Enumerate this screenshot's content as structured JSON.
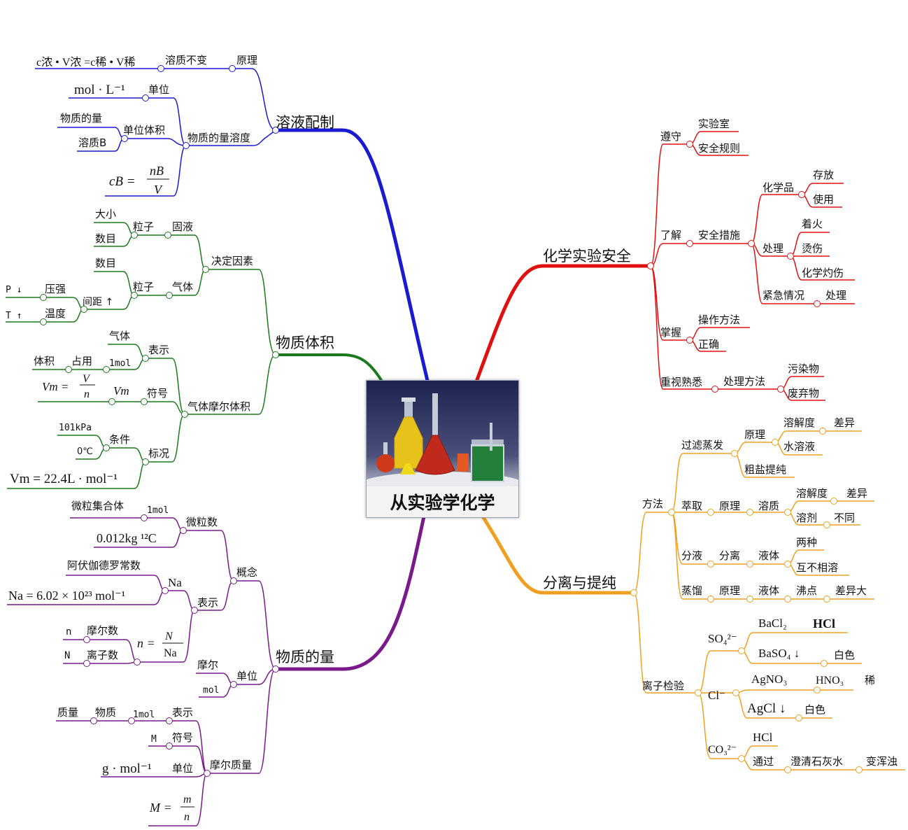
{
  "center": {
    "title": "从实验学化学"
  },
  "colors": {
    "blue": "#1a1ad0",
    "green": "#1b7a1b",
    "purple": "#7a1a8a",
    "red": "#e01010",
    "orange": "#f0a020"
  },
  "blue": {
    "title": "溶液配制",
    "yuanli": "原理",
    "rongzhi_bubian": "溶质不变",
    "dilution": "c浓 • V浓 =c稀 • V稀",
    "wuzhi_nongdu": "物质的量溶度",
    "danwei": "单位",
    "unit_formula": "mol · L⁻¹",
    "danwei_tiji": "单位体积",
    "wuzhi_de_liang": "物质的量",
    "rongzhi_b": "溶质B",
    "cb_lhs": "cB =",
    "cb_num": "nB",
    "cb_den": "V"
  },
  "green": {
    "title": "物质体积",
    "jueding": "决定因素",
    "guye": "固液",
    "lizi1": "粒子",
    "daxiao": "大小",
    "shumu1": "数目",
    "qiti1": "气体",
    "lizi2": "粒子",
    "shumu2": "数目",
    "jianju": "间距 ↑",
    "yaqiang": "压强",
    "p_down": "P  ↓",
    "wendu": "温度",
    "t_up": "T  ↑",
    "molar_vol": "气体摩尔体积",
    "biaoshi": "表示",
    "qiti2": "气体",
    "onemol": "1mol",
    "zhanyong": "占用",
    "tiji": "体积",
    "fuhao": "符号",
    "vm_lhs": "Vm =",
    "vm_num": "V",
    "vm_den": "n",
    "vm_sym": "Vm",
    "biaokuang": "标况",
    "tiaojian": "条件",
    "kpa": "101kPa",
    "zero_c": "0℃",
    "vm_value": "Vm = 22.4L · mol⁻¹"
  },
  "purple": {
    "title": "物质的量",
    "gainian": "概念",
    "weilishu": "微粒数",
    "p_onemol": "1mol",
    "weili_jihe": "微粒集合体",
    "carbon": "0.012kg ¹²C",
    "p_biaoshi": "表示",
    "na_label": "Na",
    "avogadro": "阿伏伽德罗常数",
    "na_value": "Na = 6.02 × 10²³ mol⁻¹",
    "n_lhs": "n =",
    "n_num": "N",
    "n_den": "Na",
    "small_n": "n",
    "moershu": "摩尔数",
    "big_n": "N",
    "lizishu": "离子数",
    "p_danwei": "单位",
    "moer": "摩尔",
    "mol": "mol",
    "molar_mass": "摩尔质量",
    "mm_biaoshi": "表示",
    "mm_onemol": "1mol",
    "wuzhi": "物质",
    "zhiliang": "质量",
    "mm_fuhao": "符号",
    "m_sym": "M",
    "mm_danwei": "单位",
    "g_mol": "g · mol⁻¹",
    "m_lhs": "M =",
    "m_num": "m",
    "m_den": "n"
  },
  "red": {
    "title": "化学实验安全",
    "zunshou": "遵守",
    "shiyanshi": "实验室",
    "anquan_guize": "安全规则",
    "liaojie": "了解",
    "anquan_cuoshi": "安全措施",
    "huaxuepin": "化学品",
    "cunfang": "存放",
    "shiyong": "使用",
    "chuli": "处理",
    "zhaohuo": "着火",
    "tangshang": "烫伤",
    "zhuoshang": "化学灼伤",
    "jinji": "紧急情况",
    "chuli2": "处理",
    "zhangwo": "掌握",
    "caozuo": "操作方法",
    "zhengque": "正确",
    "zhongshi": "重视熟悉",
    "chuli_fangfa": "处理方法",
    "wuranwu": "污染物",
    "feiqiwu": "废弃物"
  },
  "orange": {
    "title": "分离与提纯",
    "fangfa": "方法",
    "guolv": "过滤蒸发",
    "yuanli1": "原理",
    "rongjiedu1": "溶解度",
    "chayi1": "差异",
    "shuirongye": "水溶液",
    "cuyan": "粗盐提纯",
    "cuiqu": "萃取",
    "yuanli2": "原理",
    "rongzhi": "溶质",
    "rongjiedu2": "溶解度",
    "chayi2": "差异",
    "rongji": "溶剂",
    "butong": "不同",
    "fenye": "分液",
    "fenli": "分离",
    "yeti1": "液体",
    "liangzhong": "两种",
    "hubu": "互不相溶",
    "zhengliu": "蒸馏",
    "yuanli3": "原理",
    "yeti2": "液体",
    "feidian": "沸点",
    "chayida": "差异大",
    "jianyan": "离子检验",
    "so4": "SO₄²⁻",
    "bacl2": "BaCl₂",
    "hcl1": "HCl",
    "baso4": "BaSO₄ ↓",
    "baise1": "白色",
    "cl": "Cl⁻",
    "agno3": "AgNO₃",
    "hno3": "HNO₃",
    "xi": "稀",
    "agcl": "AgCl ↓",
    "baise2": "白色",
    "co3": "CO₃²⁻",
    "hcl2": "HCl",
    "tongguo": "通过",
    "chengqing": "澄清石灰水",
    "bianhunzhuo": "变浑浊"
  }
}
